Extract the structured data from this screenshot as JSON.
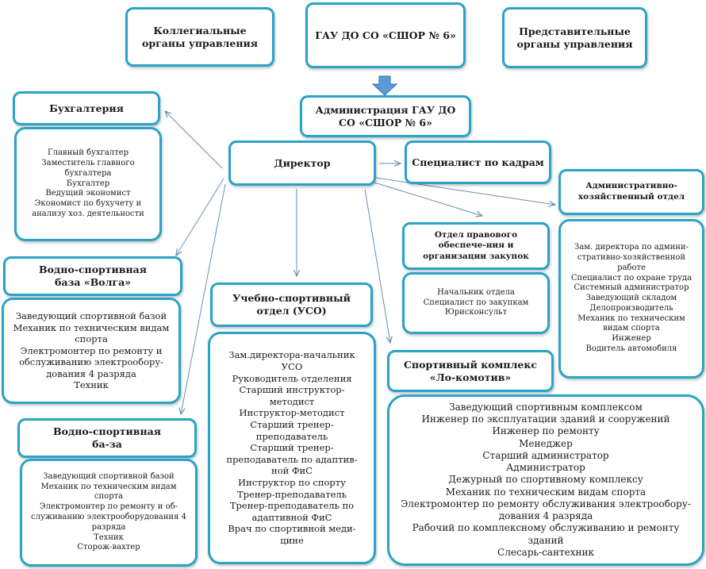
{
  "colors": {
    "border": "#2aa3c6",
    "arrow": "#6a8fb3",
    "down_arrow_fill": "#5b9bd5"
  },
  "top": {
    "collegial": "Коллегиальные органы управления",
    "main": "ГАУ ДО СО «СШОР № 6»",
    "representative": "Представительные органы управления"
  },
  "administration": "Администрация ГАУ ДО СО «СШОР № 6»",
  "director": "Директор",
  "hr_specialist": "Специалист по кадрам",
  "accounting": {
    "title": "Бухгалтерия",
    "staff": [
      "Главный бухгалтер",
      "Заместитель главного бухгалтера",
      "Бухгалтер",
      "Ведущий экономист",
      "Экономист по бухучету и анализу хоз. деятельности"
    ]
  },
  "volga_base": {
    "title": "Водно-спортивная база «Волга»",
    "staff": [
      "Заведующий спортивной базой",
      "Механик по техническим видам спорта",
      "Электромонтер по ремонту и обслуживанию электрообору-дования 4 разряда",
      "Техник"
    ]
  },
  "water_base": {
    "title": "Водно-спортивная ба-за",
    "staff": [
      "Заведующий спортивной базой",
      "Механик по техническим видам спорта",
      "Электромонтер по ремонту и об-служиванию электрооборудования 4 разряда",
      "Техник",
      "Сторож-вахтер"
    ]
  },
  "training_dept": {
    "title": "Учебно-спортивный отдел (УСО)",
    "staff": [
      "Зам.директора-начальник УСО",
      "Руководитель отделения",
      "Старший инструктор-методист",
      "Инструктор-методист",
      "Старший тренер-преподаватель",
      "Старший тренер-преподаватель по адаптив-ной ФиС",
      "Инструктор по спорту",
      "Тренер-преподаватель",
      "Тренер-преподаватель по адаптивной ФиС",
      "Врач по спортивной меди-цине"
    ]
  },
  "legal_dept": {
    "title": "Отдел правового обеспече-ния и организации закупок",
    "staff": [
      "Начальник отдела",
      "Специалист по закупкам",
      "Юрисконсульт"
    ]
  },
  "admin_dept": {
    "title": "Административно-хозяйственный отдел",
    "staff": [
      "Зам. директора по админи-стративно-хозяйственной работе",
      "Специалист по охране труда",
      "Системный администратор",
      "Заведующий складом",
      "Делопроизводитель",
      "Механик по техническим видам спорта",
      "Инженер",
      "Водитель автомобиля"
    ]
  },
  "lokomotiv": {
    "title": "Спортивный комплекс «Ло-комотив»",
    "staff": [
      "Заведующий спортивным комплексом",
      "Инженер по эксплуатации зданий и сооружений",
      "Инженер по ремонту",
      "Менеджер",
      "Старший администратор",
      "Администратор",
      "Дежурный по спортивному комплексу",
      "Механик по техническим видам спорта",
      "Электромонтер по ремонту обслуживания электрообору-дования 4 разряда",
      "Рабочий по комплексному обслуживанию и ремонту зданий",
      "Слесарь-сантехник"
    ]
  }
}
